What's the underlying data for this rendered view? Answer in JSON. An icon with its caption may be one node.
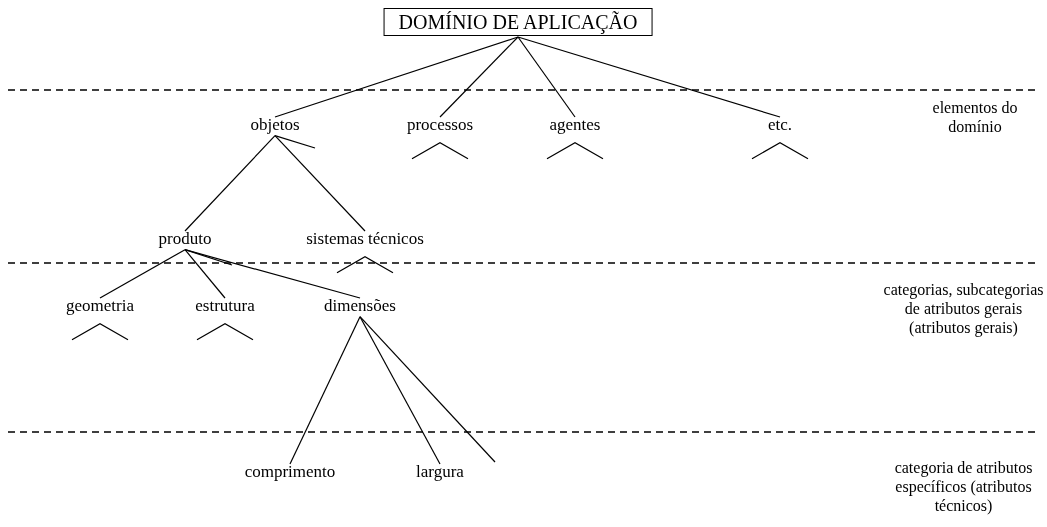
{
  "diagram": {
    "nodes": [
      {
        "text": [
          "DOMÍNIO DE APLICAÇÃO"
        ]
      },
      {
        "text": [
          "objetos"
        ]
      },
      {
        "text": [
          "processos"
        ]
      },
      {
        "text": [
          "agentes"
        ]
      },
      {
        "text": [
          "etc."
        ]
      },
      {
        "text": [
          "produto"
        ]
      },
      {
        "text": [
          "sistemas técnicos"
        ]
      },
      {
        "text": [
          "geometria"
        ]
      },
      {
        "text": [
          "estrutura"
        ]
      },
      {
        "text": [
          "dimensões"
        ]
      },
      {
        "text": [
          "comprimento"
        ]
      },
      {
        "text": [
          "largura"
        ]
      }
    ],
    "edges": [
      {
        "from": 0,
        "to": 1,
        "arrow": "none"
      },
      {
        "from": 0,
        "to": 2,
        "arrow": "none"
      },
      {
        "from": 0,
        "to": 3,
        "arrow": "none"
      },
      {
        "from": 0,
        "to": 4,
        "arrow": "none"
      },
      {
        "from": 1,
        "to": 5,
        "arrow": "none"
      },
      {
        "from": 1,
        "to": 6,
        "arrow": "none"
      },
      {
        "from": 1,
        "to": null,
        "arrow": "none"
      },
      {
        "from": 5,
        "to": 7,
        "arrow": "none"
      },
      {
        "from": 5,
        "to": 8,
        "arrow": "none"
      },
      {
        "from": 5,
        "to": 9,
        "arrow": "none"
      },
      {
        "from": 5,
        "to": null,
        "arrow": "none"
      },
      {
        "from": 9,
        "to": 10,
        "arrow": "none"
      },
      {
        "from": 9,
        "to": 11,
        "arrow": "none"
      },
      {
        "from": 9,
        "to": null,
        "arrow": "none"
      }
    ],
    "labels": [
      "elementos do domínio",
      "categorias, subcategorias de atributos gerais (atributos gerais)",
      "categoria de atributos específicos (atributos técnicos)"
    ]
  }
}
